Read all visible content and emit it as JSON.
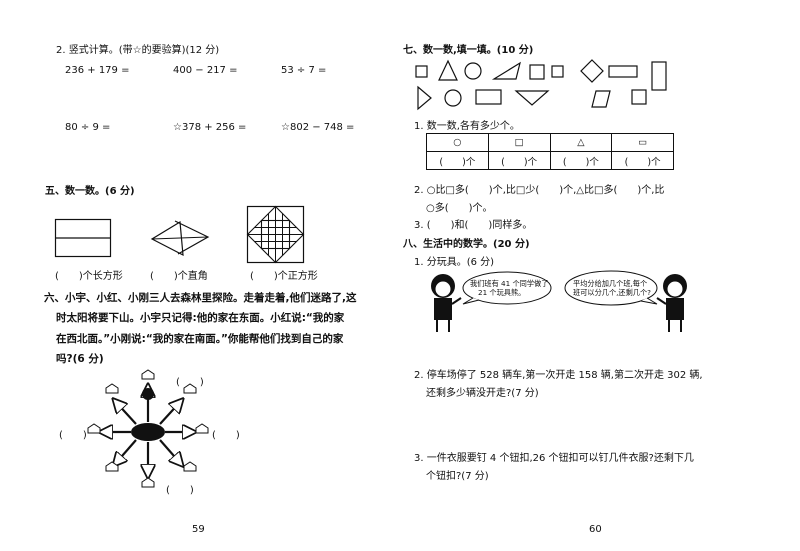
{
  "left": {
    "q2": {
      "title": "2. 竖式计算。(带☆的要验算)(12 分)",
      "row1": [
        "236 + 179 =",
        "400 − 217 =",
        "53 ÷ 7 ="
      ],
      "row2": [
        "80 ÷ 9 =",
        "☆378 + 256 =",
        "☆802 − 748 ="
      ]
    },
    "s5": {
      "title": "五、数一数。(6 分)",
      "answers": [
        "(　　)个长方形",
        "(　　)个直角",
        "(　　)个正方形"
      ]
    },
    "s6": {
      "lines": [
        "六、小宇、小红、小刚三人去森林里探险。走着走着,他们迷路了,这",
        "时太阳将要下山。小宇只记得:他的家在东面。小红说:“我的家",
        "在西北面。”小刚说:“我的家在南面。”你能帮他们找到自己的家",
        "吗?(6 分)"
      ],
      "blank": "(　　)"
    },
    "page_number": "59"
  },
  "right": {
    "s7": {
      "title": "七、数一数,填一填。(10 分)",
      "q1": "1. 数一数,各有多少个。",
      "table_headers": [
        "○",
        "□",
        "△",
        "▭"
      ],
      "table_cells": [
        "(　　)个",
        "(　　)个",
        "(　　)个",
        "(　　)个"
      ],
      "q2_line1": "2. ○比□多(　　)个,比□少(　　)个,△比□多(　　)个,比",
      "q2_line2": "○多(　　)个。",
      "q3": "3. (　　)和(　　)同样多。"
    },
    "s8": {
      "title": "八、生活中的数学。(20 分)",
      "q1": "1. 分玩具。(6 分)",
      "bubble_left": [
        "我们班有 41 个同学做了",
        "21 个玩具熊。"
      ],
      "bubble_right": [
        "平均分给加几个班,每个",
        "班可以分几个,还剩几个?"
      ],
      "q2_line1": "2. 停车场停了 528 辆车,第一次开走 158 辆,第二次开走 302 辆,",
      "q2_line2": "还剩多少辆没开走?(7 分)",
      "q3_line1": "3. 一件衣服要钉 4 个钮扣,26 个钮扣可以钉几件衣服?还剩下几",
      "q3_line2": "个钮扣?(7 分)"
    },
    "page_number": "60"
  }
}
